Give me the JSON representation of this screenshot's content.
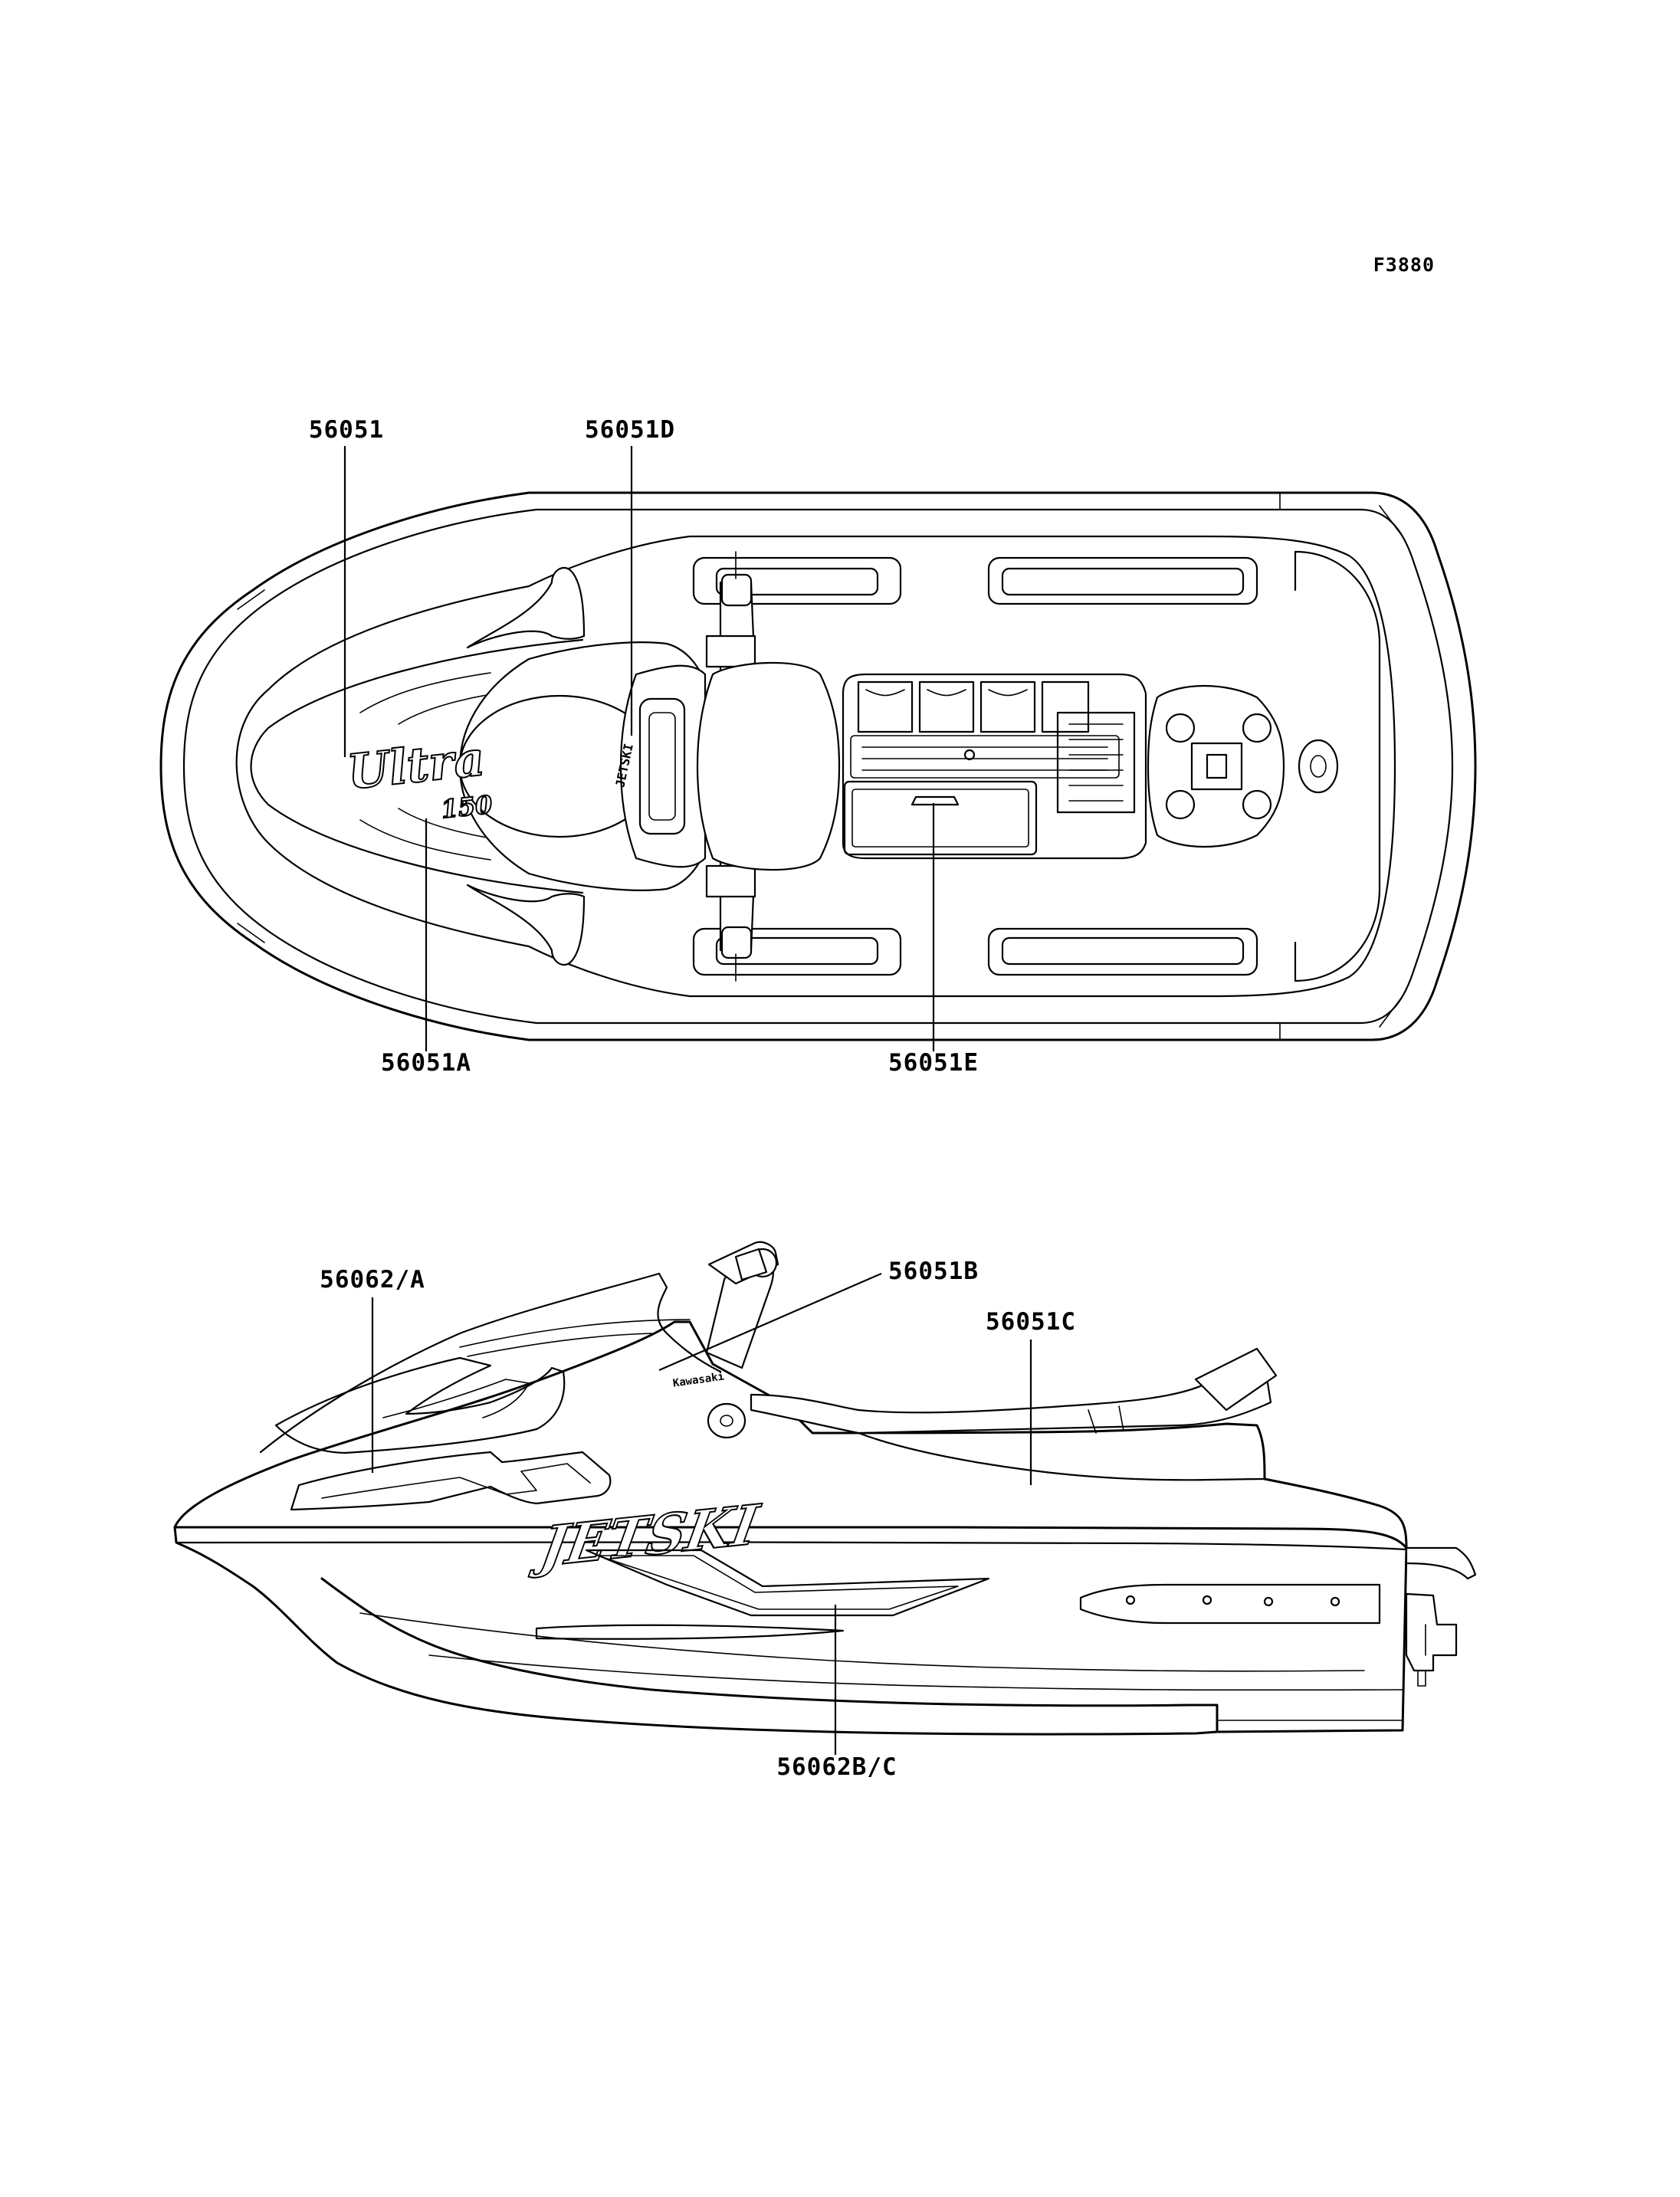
{
  "figure_id": "F3880",
  "callouts": {
    "top_56051": "56051",
    "top_56051D": "56051D",
    "top_56051A": "56051A",
    "top_56051E": "56051E",
    "side_56062A": "56062/A",
    "side_56051B": "56051B",
    "side_56051C": "56051C",
    "side_56062BC": "56062B/C"
  },
  "decal_text": {
    "model_script": "Ultra",
    "model_number": "150",
    "brand_small": "Kawasaki",
    "side_logo": "JETSKI",
    "console_logo": "JETSKI"
  },
  "colors": {
    "line": "#000000",
    "background": "#ffffff"
  }
}
